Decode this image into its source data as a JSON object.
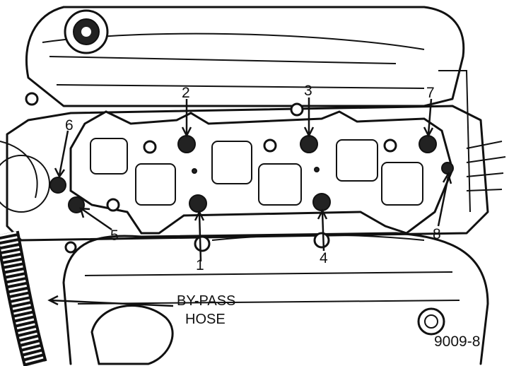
{
  "callouts": {
    "n1": "1",
    "n2": "2",
    "n3": "3",
    "n4": "4",
    "n5": "5",
    "n6": "6",
    "n7": "7",
    "n8": "8"
  },
  "hose_label": {
    "line1": "BY-PASS",
    "line2": "HOSE"
  },
  "figure_id": "9009-8"
}
